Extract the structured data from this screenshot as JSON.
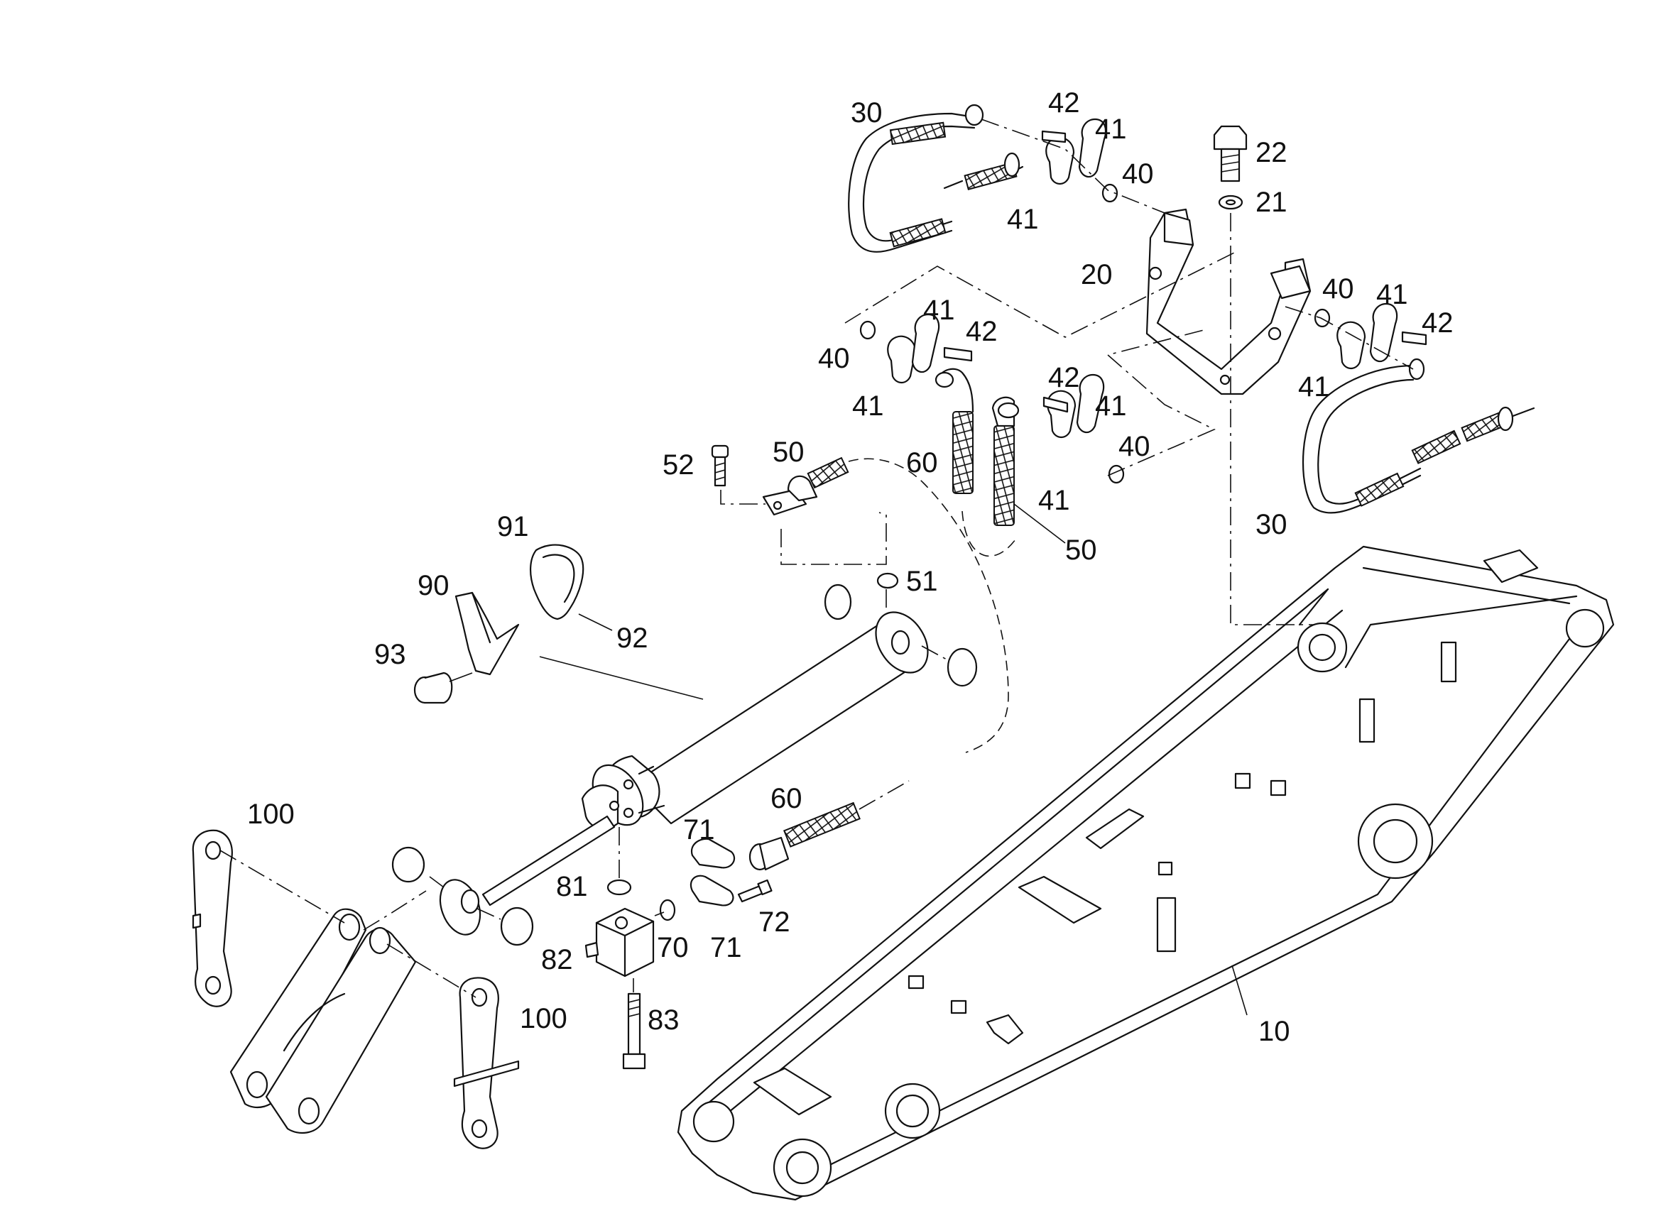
{
  "callouts": {
    "c10": "10",
    "c20": "20",
    "c21": "21",
    "c22": "22",
    "c30a": "30",
    "c30b": "30",
    "c40a": "40",
    "c40b": "40",
    "c40c": "40",
    "c40d": "40",
    "c41a": "41",
    "c41b": "41",
    "c41c": "41",
    "c41d": "41",
    "c41e": "41",
    "c41f": "41",
    "c41g": "41",
    "c41h": "41",
    "c42a": "42",
    "c42b": "42",
    "c42c": "42",
    "c42d": "42",
    "c50a": "50",
    "c50b": "50",
    "c51": "51",
    "c52": "52",
    "c60a": "60",
    "c60b": "60",
    "c70": "70",
    "c71a": "71",
    "c71b": "71",
    "c72": "72",
    "c81": "81",
    "c82": "82",
    "c83": "83",
    "c90": "90",
    "c91": "91",
    "c92": "92",
    "c93": "93",
    "c100a": "100",
    "c100b": "100"
  }
}
